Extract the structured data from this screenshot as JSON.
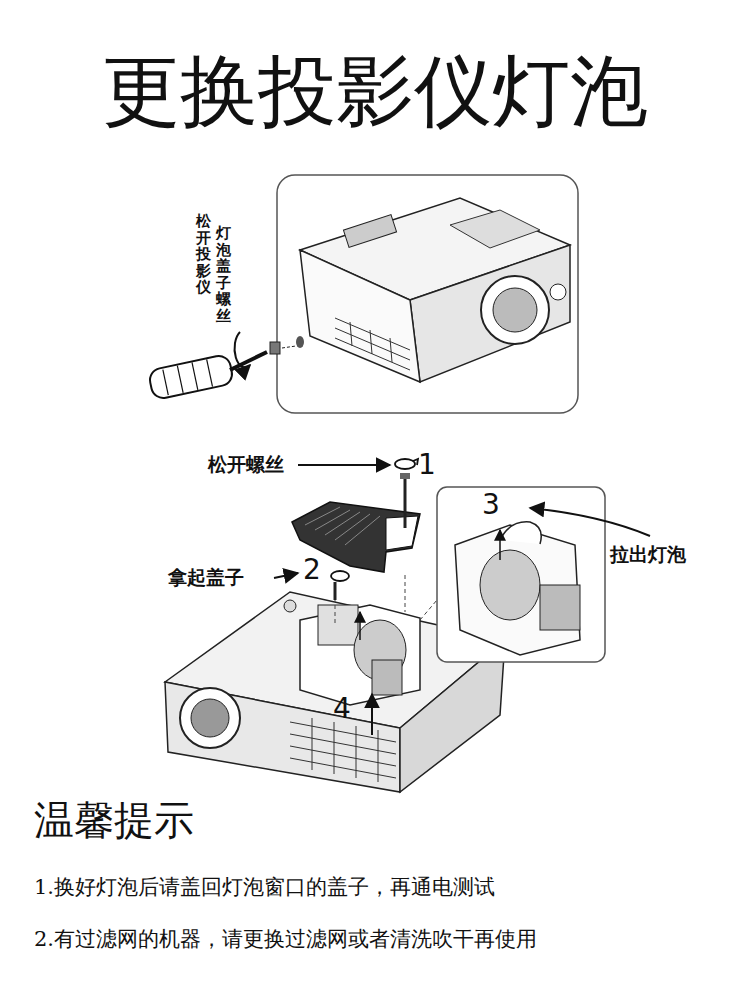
{
  "diagram": {
    "title": "更换投影仪灯泡",
    "labels": [
      "松开投影仪",
      "灯泡盖子螺丝",
      "松开螺丝",
      "1",
      "拿起盖子",
      "2",
      "3",
      "拉出灯泡",
      "4",
      "温馨提示",
      "1.换好灯泡后请盖回灯泡窗口的盖子，再通电测试",
      "2.有过滤网的机器，请更换过滤网或者清洗吹干再使用"
    ]
  }
}
